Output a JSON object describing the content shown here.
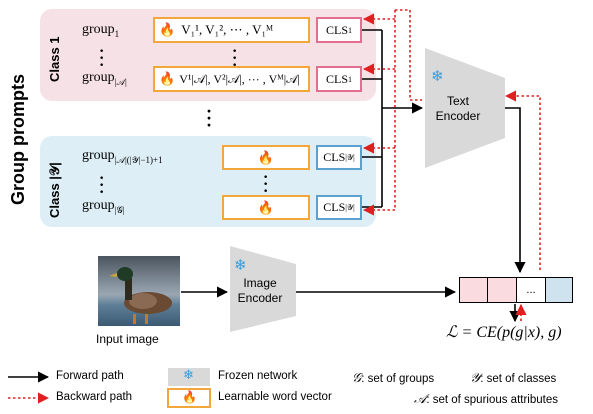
{
  "side_label": "Group prompts",
  "class1": {
    "label": "Class 1",
    "group_top": "group",
    "group_top_sub": "1",
    "group_bottom": "group",
    "group_bottom_sub": "|𝒜|",
    "vectors_top": "V₁¹, V₁², ⋯ , V₁ᴹ",
    "vectors_bottom": "V¹|𝒜|, V²|𝒜|, ⋯ , Vᴹ|𝒜|",
    "cls_top": "CLS",
    "cls_top_sub": "1",
    "cls_bottom": "CLS",
    "cls_bottom_sub": "1"
  },
  "classY": {
    "label": "Class |𝒴|",
    "group_top": "group",
    "group_top_sub": "|𝒜|(|𝒴|−1)+1",
    "group_bottom": "group",
    "group_bottom_sub": "|𝒢|",
    "cls_top": "CLS",
    "cls_top_sub": "|𝒴|",
    "cls_bottom": "CLS",
    "cls_bottom_sub": "|𝒴|"
  },
  "text_encoder": {
    "line1": "Text",
    "line2": "Encoder",
    "icon": "snowflake-icon"
  },
  "image_encoder": {
    "line1": "Image",
    "line2": "Encoder",
    "icon": "snowflake-icon"
  },
  "input_image_caption": "Input image",
  "output_cells": [
    "",
    "",
    "...",
    ""
  ],
  "loss": "ℒ = CE(p(g|x), g)",
  "legend": {
    "forward": "Forward path",
    "backward": "Backward path",
    "frozen": "Frozen network",
    "learnable": "Learnable word vector",
    "groups_sym": "𝒢",
    "groups": ": set of groups",
    "classes_sym": "𝒴",
    "classes": ": set of classes",
    "spurious_sym": "𝒜",
    "spurious": ": set of spurious attributes"
  },
  "colors": {
    "pink_panel": "#f6e1e6",
    "blue_panel": "#ddeef6",
    "orange_border": "#f2a73a",
    "pink_border": "#e46e8f",
    "blue_border": "#5aa1cf",
    "encoder_gray": "#d9d9d9",
    "backward_red": "#e02020",
    "cell_pink": "#f9dbe0",
    "cell_blue": "#cfe3ee"
  }
}
